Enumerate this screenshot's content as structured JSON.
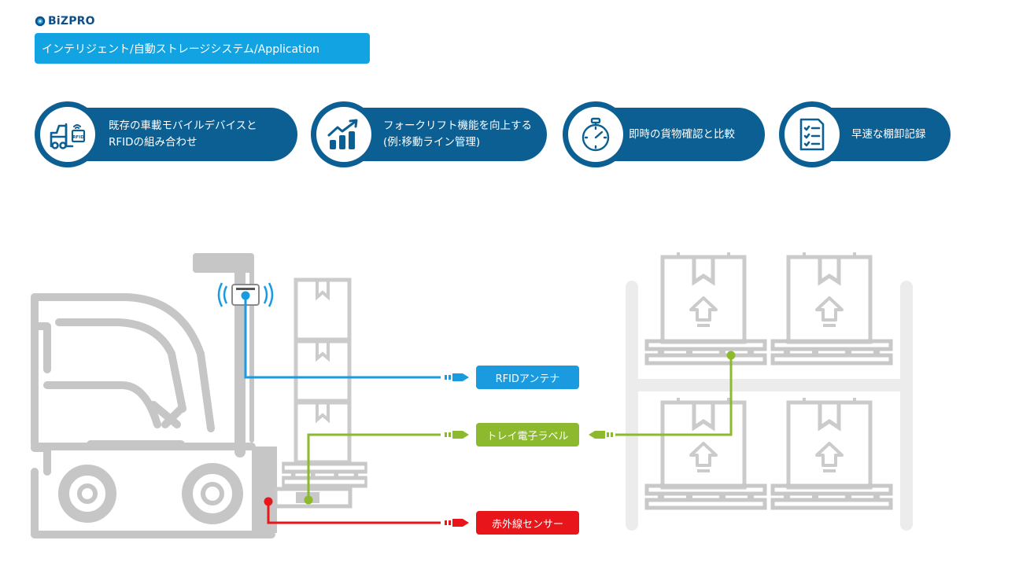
{
  "header": {
    "logo_text": "BiZPRO",
    "breadcrumb": "インテリジェント/自動ストレージシステム/Application"
  },
  "features": [
    {
      "label": "既存の車載モバイルデバイスと\nRFIDの組み合わせ",
      "icon": "forklift-rfid-icon"
    },
    {
      "label": "フォークリフト機能を向上する\n(例:移動ライン管理)",
      "icon": "growth-chart-icon"
    },
    {
      "label": "即時の貨物確認と比較",
      "icon": "stopwatch-icon"
    },
    {
      "label": "早速な棚卸記録",
      "icon": "checklist-icon"
    }
  ],
  "tags": {
    "rfid": "RFIDアンテナ",
    "tray": "トレイ電子ラベル",
    "infrared": "赤外線センサー"
  },
  "colors": {
    "brand_dark": "#0b5f93",
    "breadcrumb": "#12a3e2",
    "rfid": "#1a9be0",
    "tray": "#8db92e",
    "infrared": "#e8161b",
    "gray": "#c8c8c8"
  }
}
